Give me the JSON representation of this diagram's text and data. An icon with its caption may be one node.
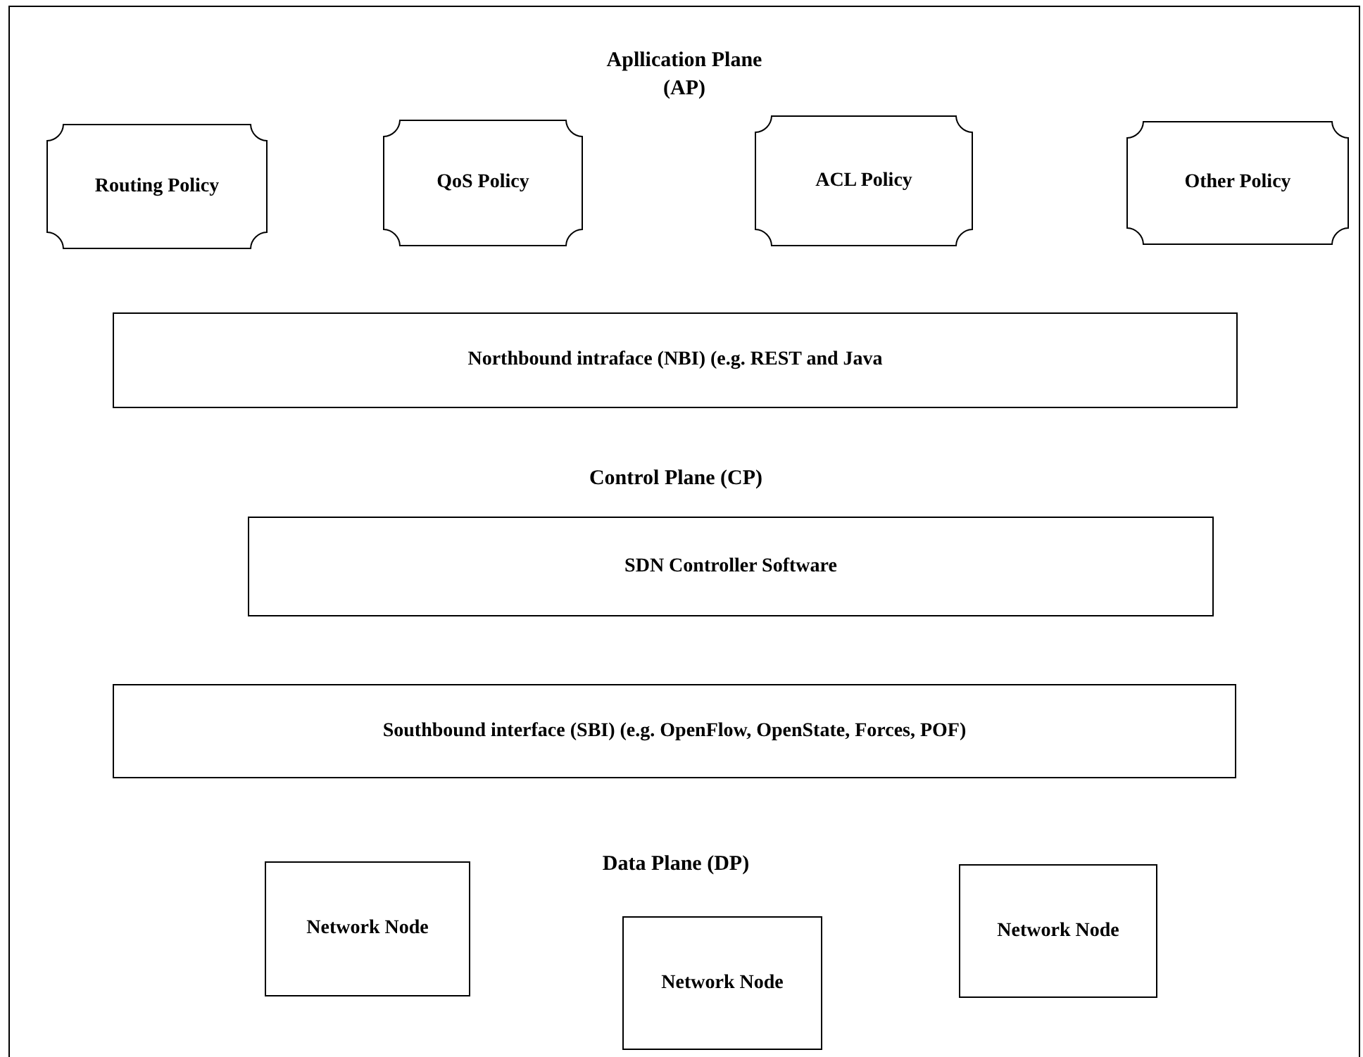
{
  "diagram": {
    "nodes": [
      {
        "text": [
          "Apllication Plane (AP)"
        ]
      },
      {
        "text": [
          "Routing Policy"
        ],
        "in": 0
      },
      {
        "text": [
          "QoS Policy"
        ],
        "in": 0
      },
      {
        "text": [
          "ACL Policy"
        ],
        "in": 0
      },
      {
        "text": [
          "Other Policy"
        ],
        "in": 0
      },
      {
        "text": [
          "Northbound intraface (NBI) (e.g. REST and Java"
        ],
        "in": 0
      },
      {
        "text": [
          "SDN Controller Software"
        ],
        "in": 0
      },
      {
        "text": [
          "Southbound interface (SBI) (e.g. OpenFlow, OpenState, Forces, POF)"
        ],
        "in": 0
      },
      {
        "text": [
          "Network Node"
        ],
        "in": 0
      },
      {
        "text": [
          "Network Node"
        ],
        "in": 0
      },
      {
        "text": [
          "Network Node"
        ],
        "in": 0
      }
    ],
    "labels": [
      "Control Plane (CP)",
      "Data Plane (DP)"
    ]
  }
}
